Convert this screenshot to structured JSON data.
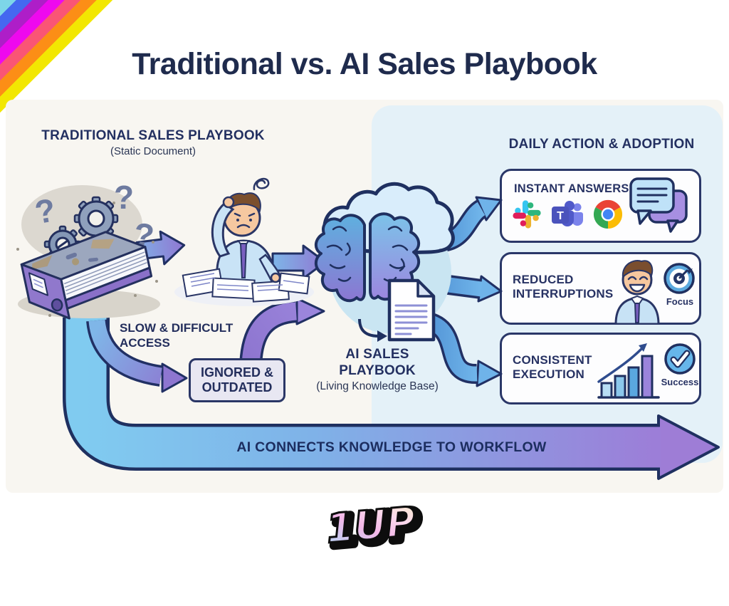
{
  "page": {
    "title": "Traditional vs. AI Sales Playbook",
    "brand": "1UP"
  },
  "left_section": {
    "heading": "TRADITIONAL SALES PLAYBOOK",
    "subheading": "(Static Document)",
    "slow_label": "SLOW & DIFFICULT ACCESS",
    "ignored_label": "IGNORED & OUTDATED",
    "question_mark": "?"
  },
  "center_section": {
    "heading": "AI SALES PLAYBOOK",
    "subheading": "(Living Knowledge Base)"
  },
  "right_section": {
    "heading": "DAILY ACTION & ADOPTION",
    "boxes": [
      {
        "label": "INSTANT ANSWERS",
        "icons": [
          "slack-icon",
          "teams-icon",
          "chrome-icon",
          "chat-bubbles-icon"
        ]
      },
      {
        "label": "REDUCED INTERRUPTIONS",
        "badge_label": "Focus"
      },
      {
        "label": "CONSISTENT EXECUTION",
        "badge_label": "Success"
      }
    ]
  },
  "bottom_arrow": {
    "label": "AI CONNECTS KNOWLEDGE TO WORKFLOW"
  },
  "icons": {
    "teams_letter": "T"
  },
  "colors": {
    "navy": "#22305C",
    "arrow_blue": "#7EC9EE",
    "arrow_purple": "#9C7FD8",
    "panel_blue": "#E4F1F8",
    "background": "#F8F6F1"
  }
}
